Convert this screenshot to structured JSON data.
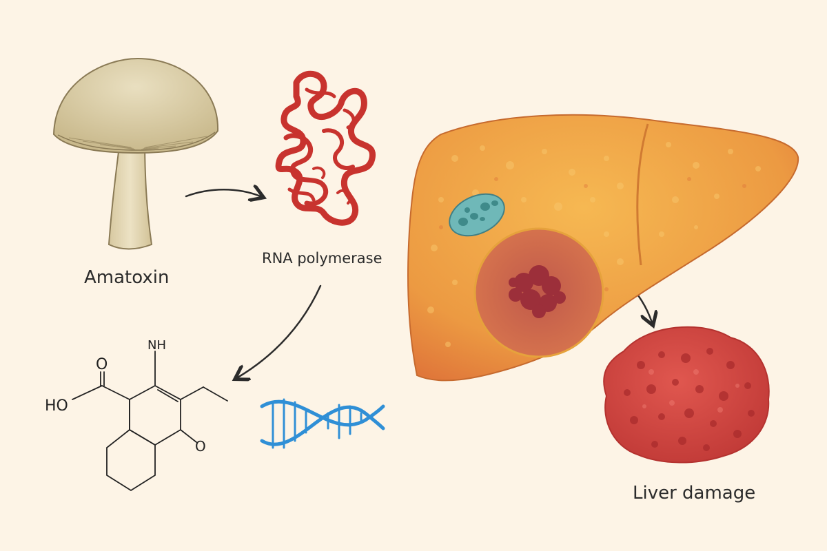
{
  "labels": {
    "amatoxin": "Amatoxin",
    "rna_polymerase": "RNA polymerase",
    "liver_damage": "Liver damage"
  },
  "chem": {
    "ho": "HO",
    "o_top": "O",
    "nh": "NH",
    "o_right": "O"
  },
  "colors": {
    "background": "#fdf4e6",
    "mushroom_cap": "#d9cba2",
    "mushroom_stem": "#e3d6b2",
    "protein": "#c8332e",
    "liver": "#eda045",
    "liver_damage": "#d24a44",
    "dna": "#2f8fd6",
    "nucleus": "#6fb8b8",
    "arrow": "#2b2b2b"
  }
}
